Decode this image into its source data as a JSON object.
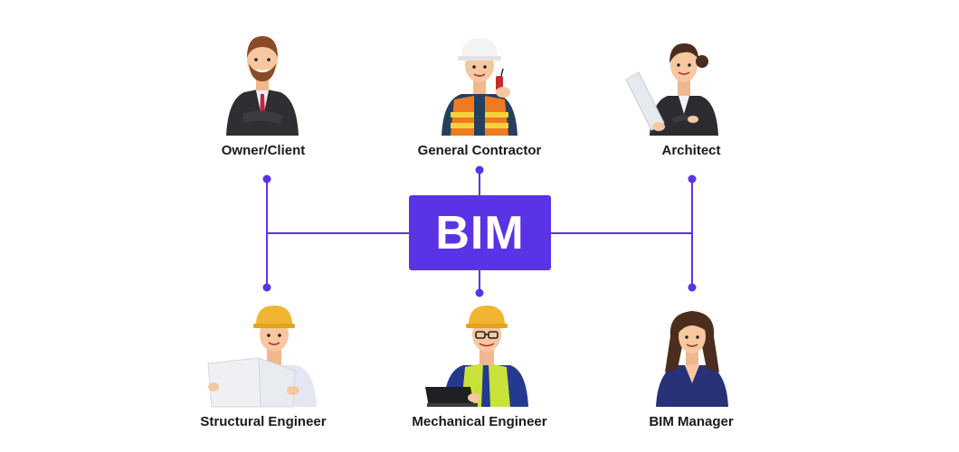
{
  "center": {
    "label": "BIM"
  },
  "roles": [
    {
      "label": "Owner/Client"
    },
    {
      "label": "General Contractor"
    },
    {
      "label": "Architect"
    },
    {
      "label": "Structural Engineer"
    },
    {
      "label": "Mechanical Engineer"
    },
    {
      "label": "BIM Manager"
    }
  ],
  "colors": {
    "accent": "#5b33e6",
    "connector": "#5b33e6",
    "text": "#1a1a1a",
    "hardhat": "#f2b531",
    "suit_dark": "#2e2e33",
    "skin": "#f7c7a0"
  },
  "icons": [
    "owner-person-icon",
    "contractor-person-icon",
    "architect-person-icon",
    "structural-engineer-person-icon",
    "mechanical-engineer-person-icon",
    "bim-manager-person-icon"
  ]
}
